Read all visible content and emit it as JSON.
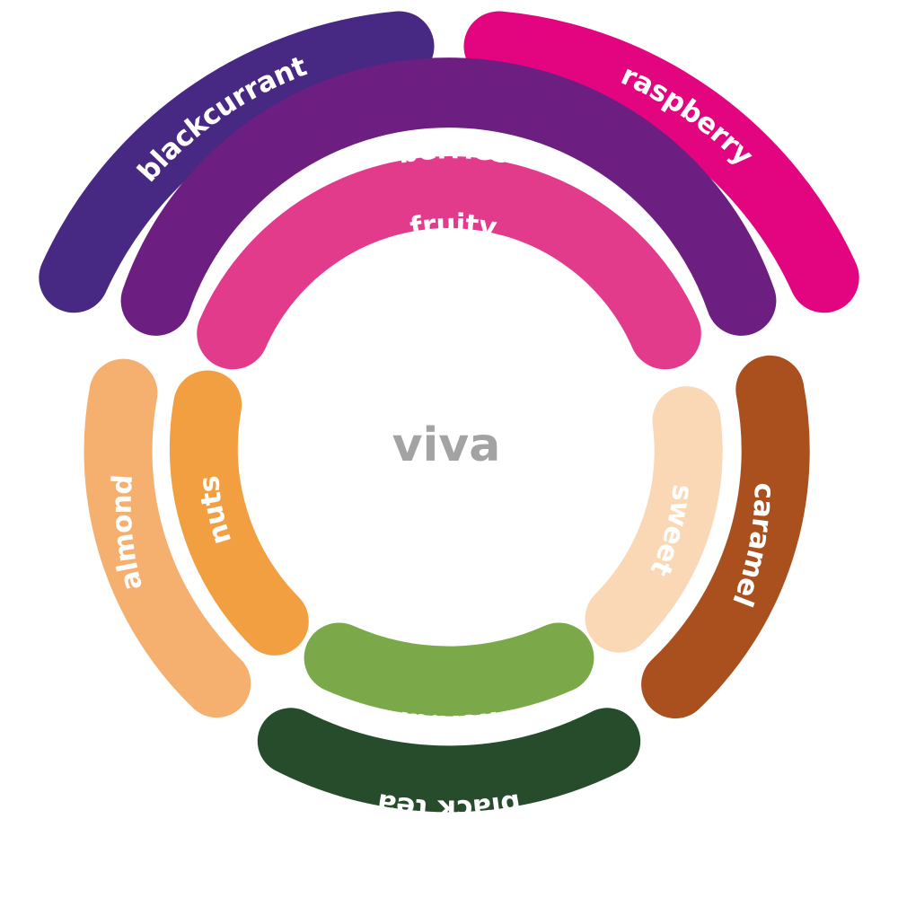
{
  "center": {
    "label": "viva",
    "color": "#a3a3a3"
  },
  "segments": [
    {
      "id": "blackcurrant",
      "label": "blackcurrant",
      "color": "#472883"
    },
    {
      "id": "raspberry",
      "label": "raspberry",
      "color": "#e2057f"
    },
    {
      "id": "berries",
      "label": "berries",
      "color": "#6d1e81"
    },
    {
      "id": "fruity",
      "label": "fruity",
      "color": "#e33b8c"
    },
    {
      "id": "almond",
      "label": "almond",
      "color": "#f5b06f"
    },
    {
      "id": "nuts",
      "label": "nuts",
      "color": "#f19f40"
    },
    {
      "id": "sweet",
      "label": "sweet",
      "color": "#fad8b5"
    },
    {
      "id": "caramel",
      "label": "caramel",
      "color": "#a9501e"
    },
    {
      "id": "herbal",
      "label": "herbal",
      "color": "#7ba848"
    },
    {
      "id": "black-tea",
      "label": "black tea",
      "color": "#264c2c"
    }
  ]
}
